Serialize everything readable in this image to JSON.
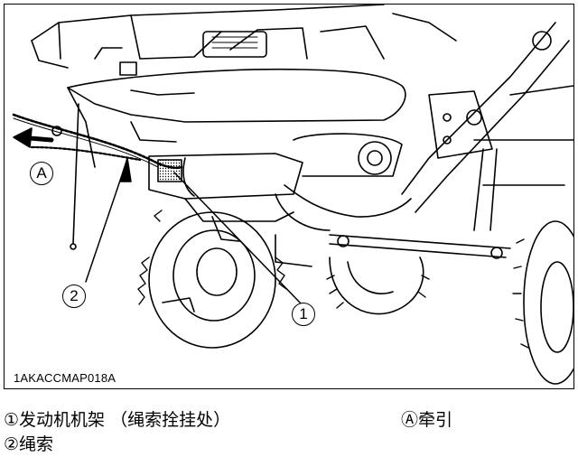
{
  "figure": {
    "code": "1AKACCMAP018A",
    "callouts": {
      "one": "1",
      "two": "2",
      "a": "A"
    }
  },
  "legend": {
    "item1": "①发动机机架 （绳索拴挂处）",
    "item2": "②绳索",
    "itemA": "Ⓐ牵引"
  }
}
